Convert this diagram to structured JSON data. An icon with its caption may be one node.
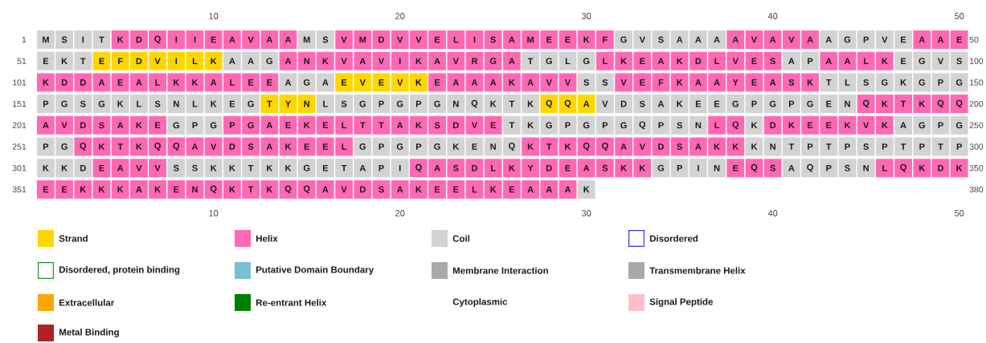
{
  "diagram": {
    "labels": [
      "10",
      "20",
      "30",
      "40",
      "50",
      "1",
      "M",
      "S",
      "I",
      "T",
      "K",
      "D",
      "Q",
      "I",
      "I",
      "E",
      "A",
      "V",
      "A",
      "A",
      "M",
      "S",
      "V",
      "M",
      "D",
      "V",
      "V",
      "E",
      "L",
      "I",
      "S",
      "A",
      "M",
      "E",
      "E",
      "K",
      "F",
      "G",
      "V",
      "S",
      "A",
      "A",
      "A",
      "A",
      "V",
      "A",
      "V",
      "A",
      "A",
      "G",
      "P",
      "V",
      "E",
      "A",
      "A",
      "E",
      "50",
      "51",
      "E",
      "K",
      "T",
      "E",
      "F",
      "D",
      "V",
      "I",
      "L",
      "K",
      "A",
      "A",
      "G",
      "A",
      "N",
      "K",
      "V",
      "A",
      "V",
      "I",
      "K",
      "A",
      "V",
      "R",
      "G",
      "A",
      "T",
      "G",
      "L",
      "G",
      "L",
      "K",
      "E",
      "A",
      "K",
      "D",
      "L",
      "V",
      "E",
      "S",
      "A",
      "P",
      "A",
      "A",
      "L",
      "K",
      "E",
      "G",
      "V",
      "S",
      "100",
      "101",
      "K",
      "D",
      "D",
      "A",
      "E",
      "A",
      "L",
      "K",
      "K",
      "A",
      "L",
      "E",
      "E",
      "A",
      "G",
      "A",
      "E",
      "V",
      "E",
      "V",
      "K",
      "E",
      "A",
      "A",
      "A",
      "K",
      "A",
      "V",
      "V",
      "S",
      "S",
      "V",
      "E",
      "F",
      "K",
      "A",
      "A",
      "Y",
      "E",
      "A",
      "S",
      "K",
      "T",
      "L",
      "S",
      "G",
      "K",
      "G",
      "P",
      "G",
      "150",
      "151",
      "P",
      "G",
      "S",
      "G",
      "K",
      "L",
      "S",
      "N",
      "L",
      "K",
      "E",
      "G",
      "T",
      "Y",
      "N",
      "L",
      "S",
      "G",
      "P",
      "G",
      "P",
      "G",
      "N",
      "Q",
      "K",
      "T",
      "K",
      "Q",
      "Q",
      "A",
      "V",
      "D",
      "S",
      "A",
      "K",
      "E",
      "E",
      "G",
      "P",
      "G",
      "P",
      "G",
      "E",
      "N",
      "Q",
      "K",
      "T",
      "K",
      "Q",
      "Q",
      "200",
      "201",
      "A",
      "V",
      "D",
      "S",
      "A",
      "K",
      "E",
      "G",
      "P",
      "G",
      "P",
      "G",
      "A",
      "E",
      "K",
      "E",
      "L",
      "T",
      "T",
      "A",
      "K",
      "S",
      "D",
      "V",
      "E",
      "T",
      "K",
      "G",
      "P",
      "G",
      "P",
      "G",
      "Q",
      "P",
      "S",
      "N",
      "L",
      "Q",
      "K",
      "D",
      "K",
      "E",
      "E",
      "K",
      "V",
      "K",
      "A",
      "G",
      "P",
      "G",
      "250",
      "251",
      "P",
      "G",
      "Q",
      "K",
      "T",
      "K",
      "Q",
      "Q",
      "A",
      "V",
      "D",
      "S",
      "A",
      "K",
      "E",
      "E",
      "L",
      "G",
      "P",
      "G",
      "P",
      "G",
      "K",
      "E",
      "N",
      "Q",
      "K",
      "T",
      "K",
      "Q",
      "Q",
      "A",
      "V",
      "D",
      "S",
      "A",
      "K",
      "K",
      "K",
      "N",
      "T",
      "P",
      "T",
      "P",
      "S",
      "P",
      "T",
      "P",
      "T",
      "P",
      "300",
      "301",
      "K",
      "K",
      "D",
      "E",
      "A",
      "V",
      "V",
      "S",
      "S",
      "K",
      "K",
      "T",
      "K",
      "K",
      "G",
      "E",
      "T",
      "A",
      "P",
      "I",
      "Q",
      "A",
      "S",
      "D",
      "L",
      "K",
      "Y",
      "D",
      "E",
      "A",
      "S",
      "K",
      "K",
      "G",
      "P",
      "I",
      "N",
      "E",
      "Q",
      "S",
      "A",
      "Q",
      "P",
      "S",
      "N",
      "L",
      "Q",
      "K",
      "D",
      "K",
      "350",
      "351",
      "E",
      "E",
      "K",
      "K",
      "K",
      "A",
      "K",
      "E",
      "N",
      "Q",
      "K",
      "T",
      "K",
      "Q",
      "Q",
      "A",
      "V",
      "D",
      "S",
      "A",
      "K",
      "E",
      "E",
      "L",
      "K",
      "E",
      "A",
      "A",
      "A",
      "K",
      "380",
      "10",
      "20",
      "30",
      "40",
      "50"
    ],
    "legend": [
      {
        "text": "Strand",
        "color": "#ffd700"
      },
      {
        "text": "Helix",
        "color": "#ff69b4"
      },
      {
        "text": "Coil",
        "color": "#d3d3d3"
      },
      {
        "text": "Disordered"
      },
      {
        "text": "Disordered, protein binding"
      },
      {
        "text": "Putative Domain Boundary",
        "color": "#7bbfd3"
      },
      {
        "text": "Membrane Interaction",
        "color": "#a9a9a9"
      },
      {
        "text": "Transmembrane Helix",
        "color": "#a9a9a9"
      },
      {
        "text": "Extracellular",
        "color": "#ffa500"
      },
      {
        "text": "Re-entrant Helix",
        "color": "#008000"
      },
      {
        "text": "Cytoplasmic"
      },
      {
        "text": "Signal Peptide",
        "color": "#ffc0cb"
      },
      {
        "text": "Metal Binding",
        "color": "#b22222"
      }
    ]
  }
}
